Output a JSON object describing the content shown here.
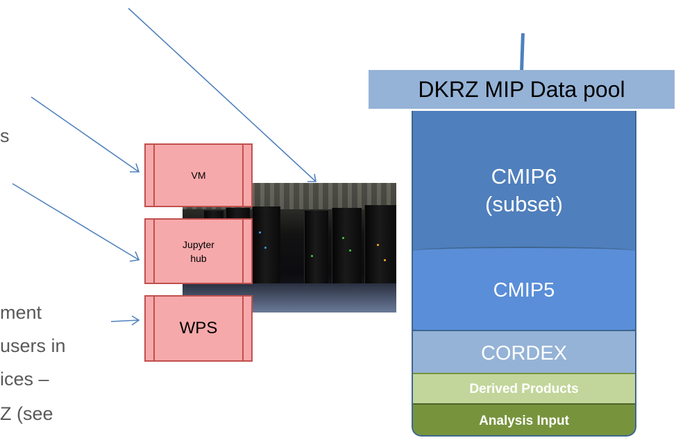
{
  "colors": {
    "arrow": "#4f81bd",
    "service_fill": "#f6a9ab",
    "service_border": "#c0504d",
    "pool_label_bg": "#95b3d7",
    "cmip6": "#4f7fbc",
    "cmip5": "#5a8ed8",
    "cordex": "#95b3d7",
    "derived": "#c2d69b",
    "analysis": "#77933c"
  },
  "left_text": {
    "line1": "s",
    "line2": "ment",
    "line3": "users in",
    "line4": "ices –",
    "line5": "Z (see"
  },
  "services": {
    "vm": "VM",
    "jupyter_line1": "Jupyter",
    "jupyter_line2": "hub",
    "wps": "WPS"
  },
  "data_pool": {
    "title": "DKRZ MIP Data pool",
    "cmip6_line1": "CMIP6",
    "cmip6_line2": "(subset)",
    "cmip5": "CMIP5",
    "cordex": "CORDEX",
    "derived": "Derived Products",
    "analysis": "Analysis Input"
  },
  "icons": {
    "server_room": "server-room-photo"
  }
}
